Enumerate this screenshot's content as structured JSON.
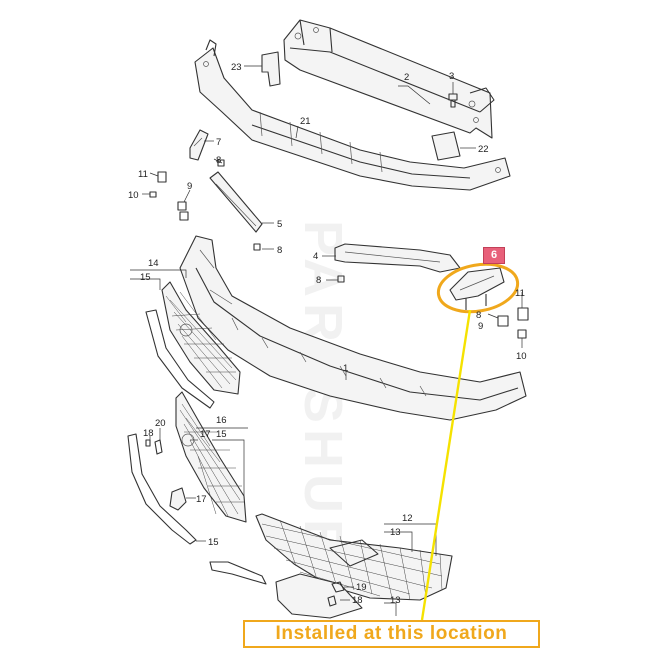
{
  "highlight_badge": "6",
  "callout": "Installed at this location",
  "watermark": "PARTSHUB",
  "colors": {
    "accent": "#f0a81c",
    "leader_highlight": "#f5e200",
    "badge": "#e8607a"
  },
  "labels": [
    {
      "id": "23",
      "text": "23"
    },
    {
      "id": "2",
      "text": "2"
    },
    {
      "id": "3",
      "text": "3"
    },
    {
      "id": "21",
      "text": "21"
    },
    {
      "id": "22",
      "text": "22"
    },
    {
      "id": "7",
      "text": "7"
    },
    {
      "id": "8a",
      "text": "8"
    },
    {
      "id": "11a",
      "text": "11"
    },
    {
      "id": "10a",
      "text": "10"
    },
    {
      "id": "9a",
      "text": "9"
    },
    {
      "id": "5",
      "text": "5"
    },
    {
      "id": "8b",
      "text": "8"
    },
    {
      "id": "4",
      "text": "4"
    },
    {
      "id": "8c",
      "text": "8"
    },
    {
      "id": "14",
      "text": "14"
    },
    {
      "id": "15a",
      "text": "15"
    },
    {
      "id": "11b",
      "text": "11"
    },
    {
      "id": "8d",
      "text": "8"
    },
    {
      "id": "9b",
      "text": "9"
    },
    {
      "id": "10b",
      "text": "10"
    },
    {
      "id": "1",
      "text": "1"
    },
    {
      "id": "20",
      "text": "20"
    },
    {
      "id": "16",
      "text": "16"
    },
    {
      "id": "18a",
      "text": "18"
    },
    {
      "id": "17a",
      "text": "17"
    },
    {
      "id": "15b",
      "text": "15"
    },
    {
      "id": "17b",
      "text": "17"
    },
    {
      "id": "15c",
      "text": "15"
    },
    {
      "id": "12",
      "text": "12"
    },
    {
      "id": "13a",
      "text": "13"
    },
    {
      "id": "19",
      "text": "19"
    },
    {
      "id": "18b",
      "text": "18"
    },
    {
      "id": "13b",
      "text": "13"
    }
  ]
}
